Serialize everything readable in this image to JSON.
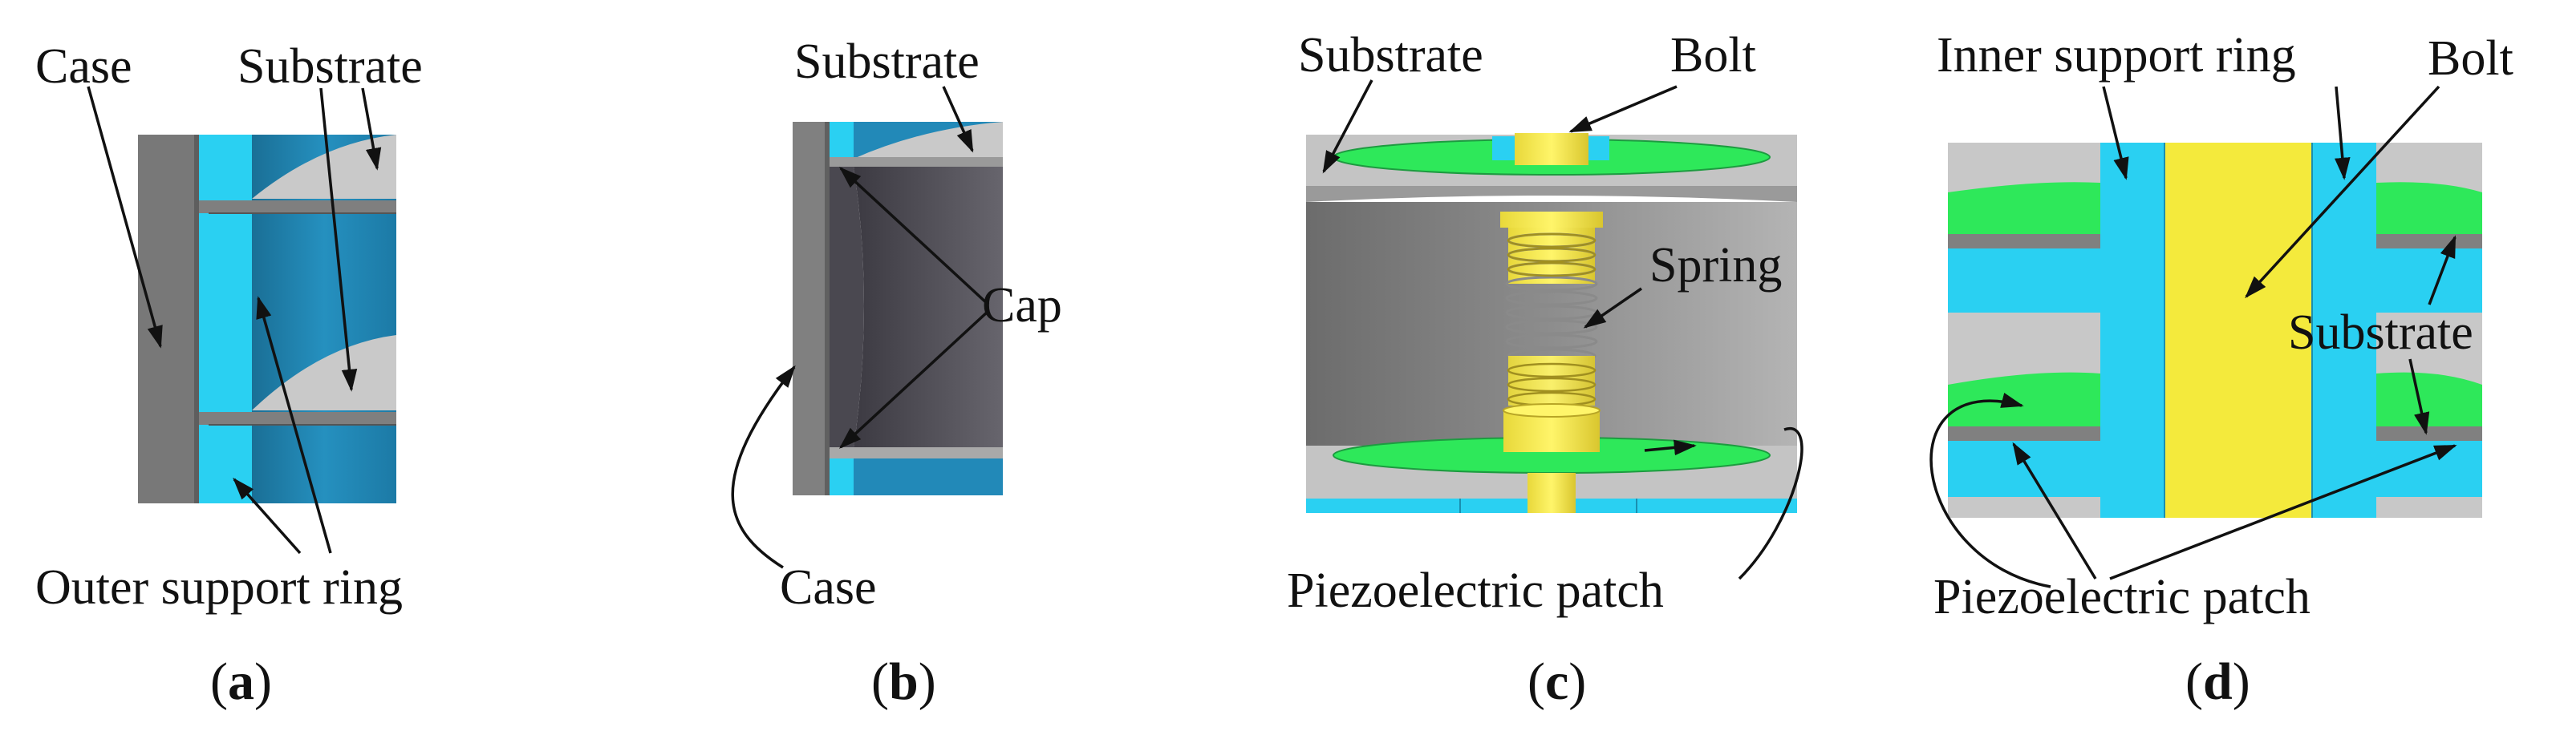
{
  "panels": {
    "a": {
      "caption_letter": "a",
      "labels": {
        "case": "Case",
        "substrate": "Substrate",
        "outer_support_ring": "Outer support ring"
      }
    },
    "b": {
      "caption_letter": "b",
      "labels": {
        "substrate": "Substrate",
        "cap": "Cap",
        "case": "Case"
      }
    },
    "c": {
      "caption_letter": "c",
      "labels": {
        "substrate": "Substrate",
        "bolt": "Bolt",
        "spring": "Spring",
        "piezoelectric_patch": "Piezoelectric patch"
      }
    },
    "d": {
      "caption_letter": "d",
      "labels": {
        "inner_support_ring": "Inner support ring",
        "bolt": "Bolt",
        "substrate": "Substrate",
        "piezoelectric_patch": "Piezoelectric patch"
      }
    }
  },
  "colors": {
    "case_gray": "#7a7a7a",
    "support_cyan": "#2ad0f2",
    "ring_blue": "#1d87b5",
    "substrate_gray": "#c8c8c8",
    "cap_dark": "#54525a",
    "patch_green": "#2ee85a",
    "bolt_yellow": "#f4ea3c"
  }
}
